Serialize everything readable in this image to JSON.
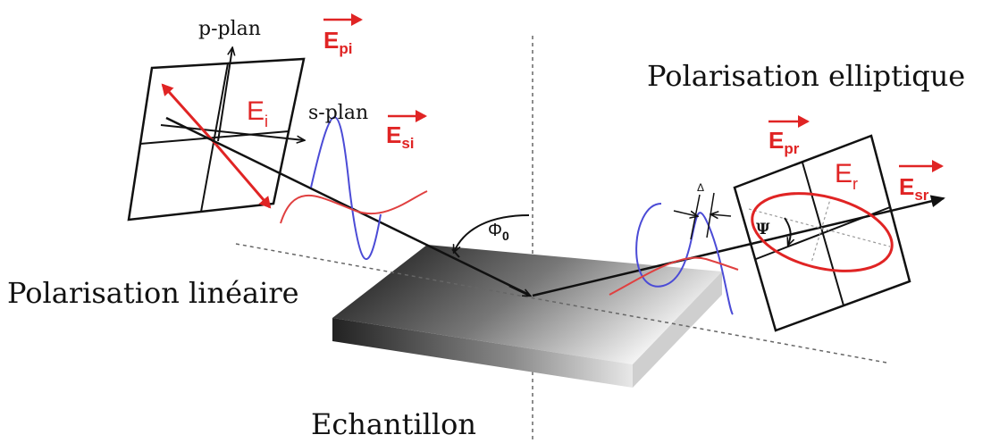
{
  "labels": {
    "p_plan": "p-plan",
    "s_plan": "s-plan",
    "linear_polarisation": "Polarisation linéaire",
    "elliptic_polarisation": "Polarisation elliptique",
    "sample": "Echantillon",
    "incidence_angle": "Φ",
    "incidence_angle_sub": "0",
    "psi": "Ψ",
    "delta": "Δ"
  },
  "vectors": {
    "E_pi": {
      "base": "E",
      "sub": "pi"
    },
    "E_si": {
      "base": "E",
      "sub": "si"
    },
    "E_i": {
      "base": "E",
      "sub": "i"
    },
    "E_pr": {
      "base": "E",
      "sub": "pr"
    },
    "E_sr": {
      "base": "E",
      "sub": "sr"
    },
    "E_r": {
      "base": "E",
      "sub": "r"
    }
  },
  "colors": {
    "field_red": "#e02424",
    "wave_blue": "#4b4bd6",
    "wave_red": "#e04040",
    "line": "#111111"
  }
}
